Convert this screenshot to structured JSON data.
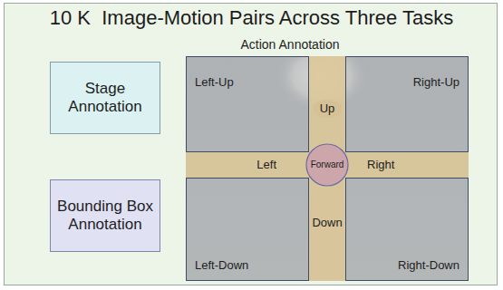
{
  "diagram": {
    "title": "10 K  Image-Motion Pairs Across Three Tasks",
    "nodes": [
      {
        "text": [
          "Stage Annotation"
        ]
      },
      {
        "text": [
          "Bounding Box Annotation"
        ]
      },
      {
        "text": [
          "Action Annotation"
        ]
      },
      {
        "text": [
          "Left-Up"
        ],
        "in": 2
      },
      {
        "text": [
          "Up"
        ],
        "in": 2
      },
      {
        "text": [
          "Right-Up"
        ],
        "in": 2
      },
      {
        "text": [
          "Left"
        ],
        "in": 2
      },
      {
        "text": [
          "Forward"
        ],
        "in": 2
      },
      {
        "text": [
          "Right"
        ],
        "in": 2
      },
      {
        "text": [
          "Left-Down"
        ],
        "in": 2
      },
      {
        "text": [
          "Down"
        ],
        "in": 2
      },
      {
        "text": [
          "Right-Down"
        ],
        "in": 2
      }
    ]
  }
}
